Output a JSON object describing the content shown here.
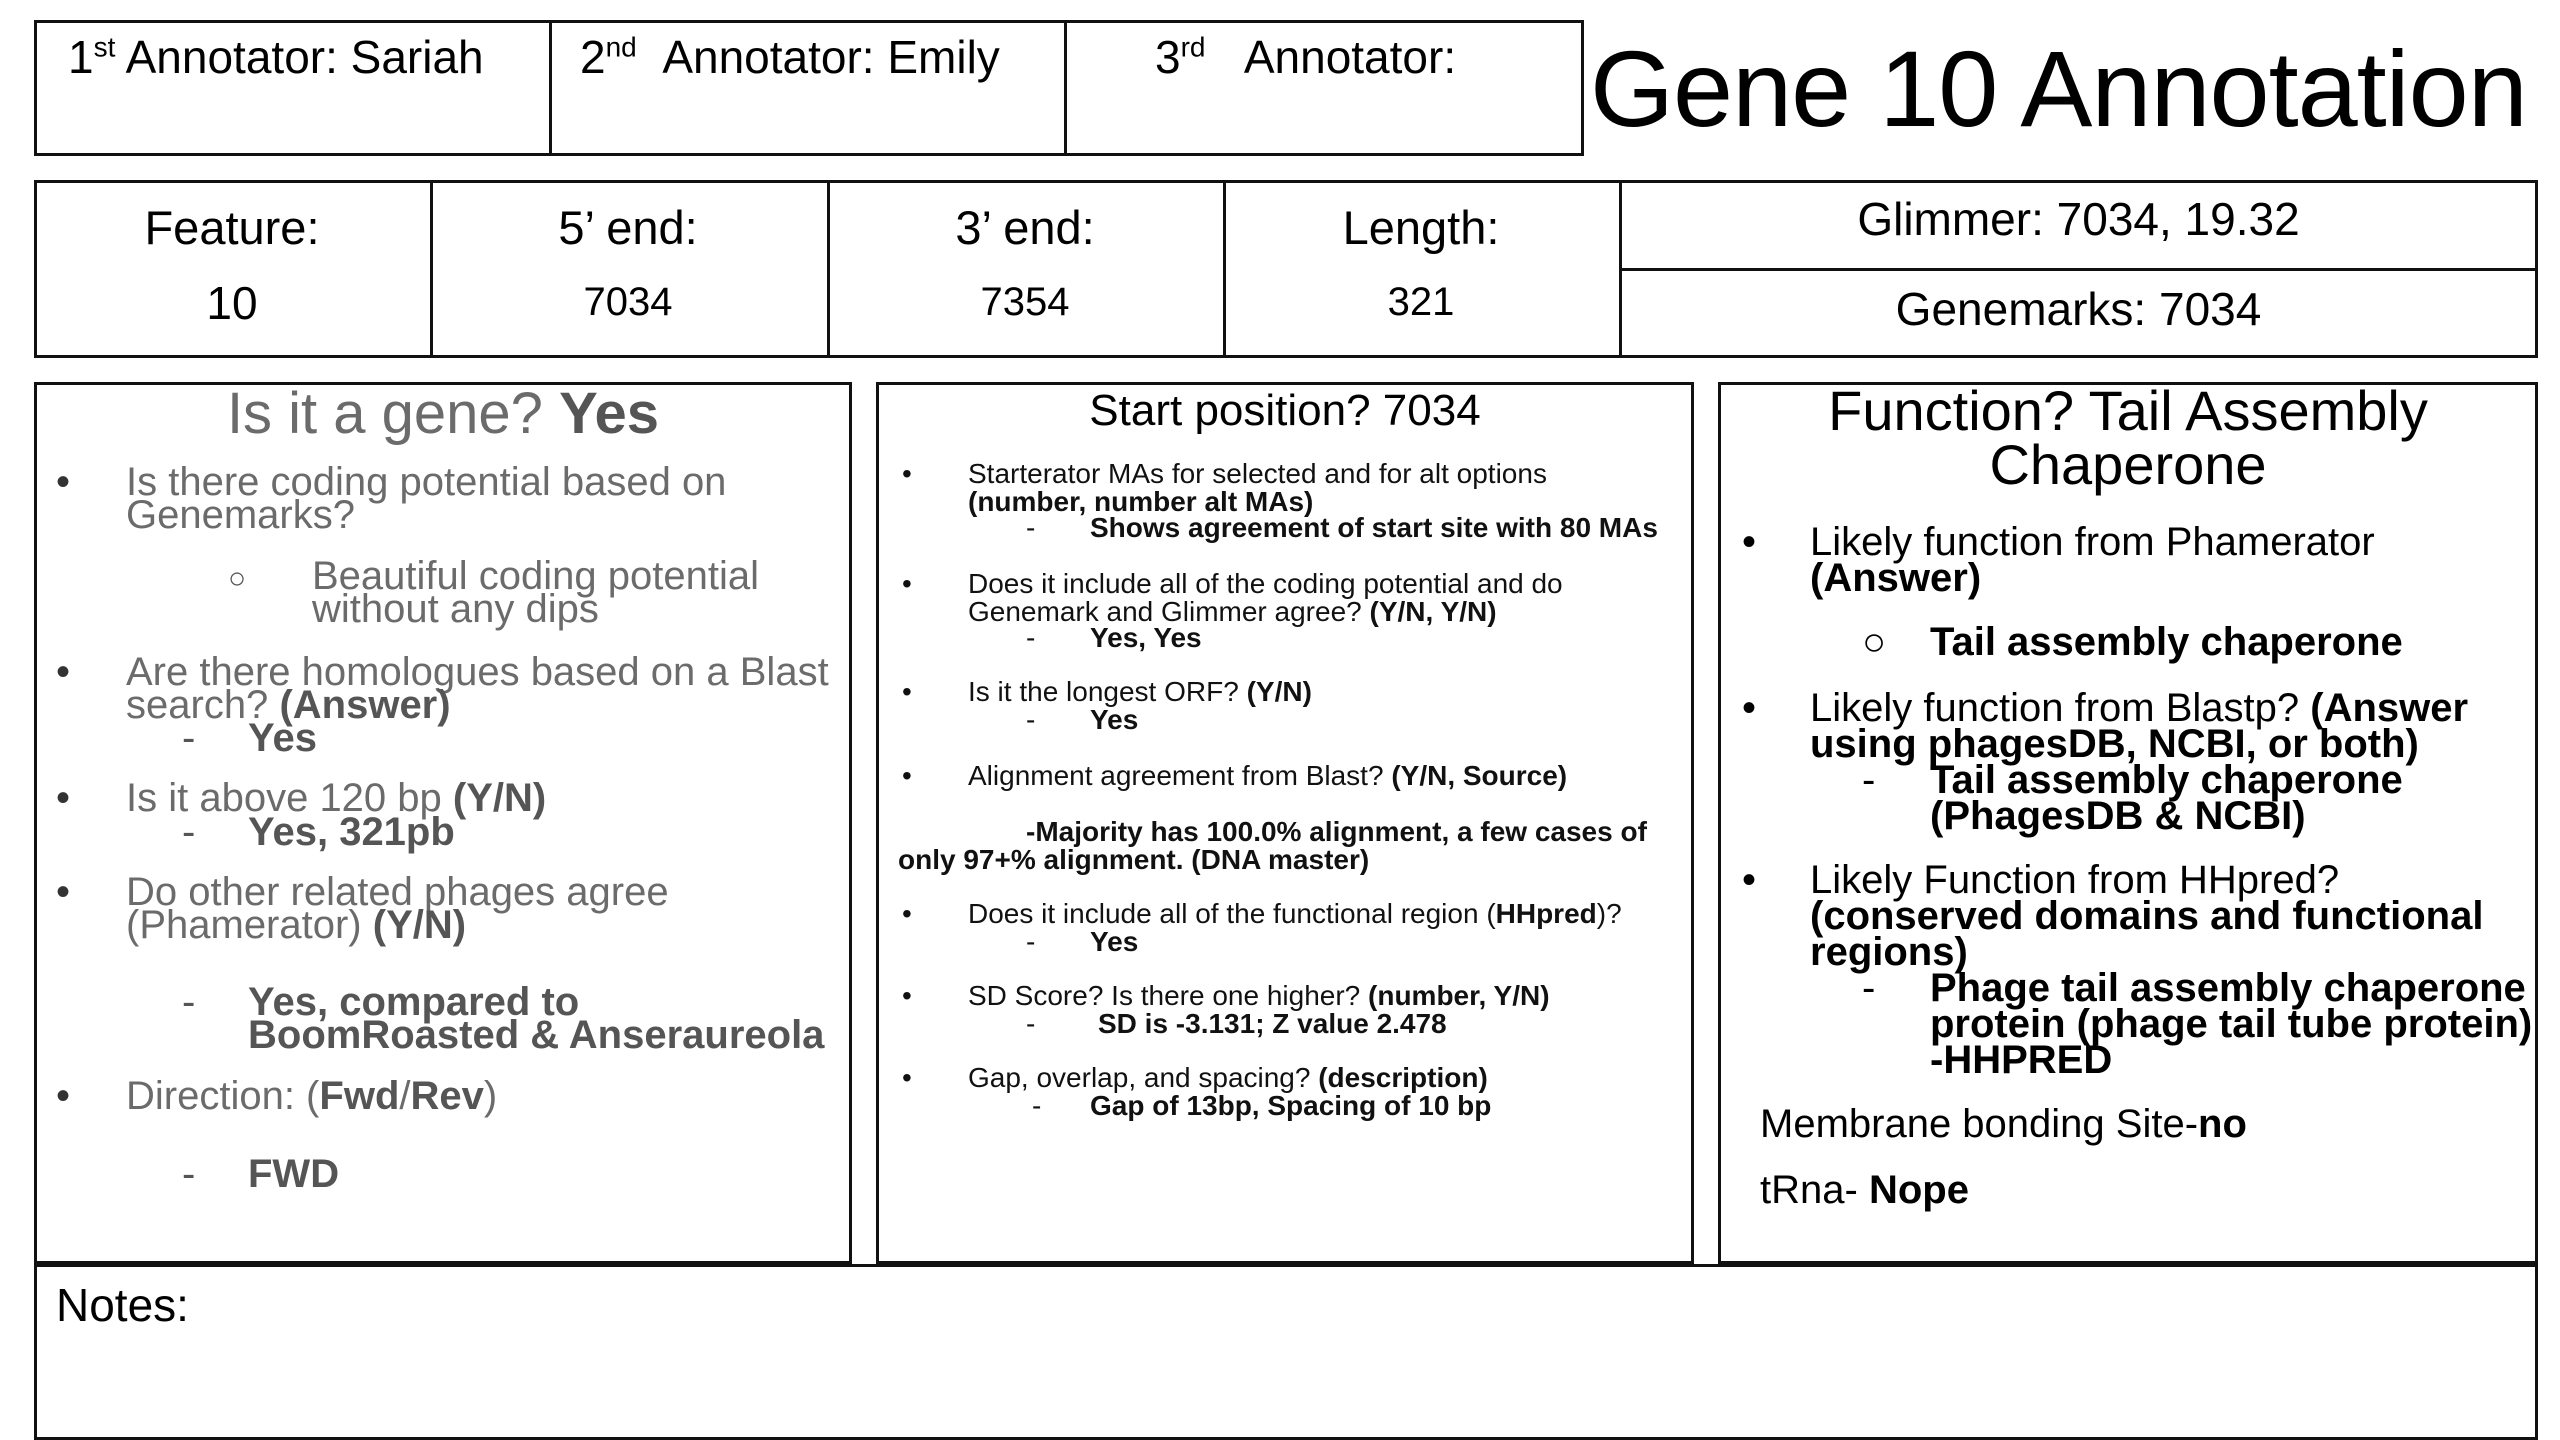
{
  "annotators": {
    "first": {
      "ordinal": "1",
      "suffix": "st",
      "label": "Annotator:",
      "name": "Sariah"
    },
    "second": {
      "ordinal": "2",
      "suffix": "nd",
      "label": "Annotator:",
      "name": "Emily"
    },
    "third": {
      "ordinal": "3",
      "suffix": "rd",
      "label": "Annotator:",
      "name": ""
    }
  },
  "title": "Gene 10 Annotation",
  "feature_row": {
    "feature_label": "Feature:",
    "feature_value": "10",
    "five_label": "5’ end:",
    "five_value": "7034",
    "three_label": "3’ end:",
    "three_value": "7354",
    "length_label": "Length:",
    "length_value": "321",
    "glimmer": "Glimmer: 7034, 19.32",
    "genemarks": "Genemarks: 7034"
  },
  "panel_gene": {
    "title_prefix": "Is it a gene?",
    "title_answer": "Yes",
    "q1_line1": "Is there coding potential based on",
    "q1_line2": "Genemarks?",
    "q1_sub1": "Beautiful coding potential",
    "q1_sub2": "without any dips",
    "q2_line1": "Are there homologues based on a Blast",
    "q2_line2a": "search?",
    "q2_line2b": "(Answer)",
    "q2_answer": "Yes",
    "q3_a": "Is it above 120 bp",
    "q3_b": "(Y/N)",
    "q3_answer": "Yes, 321pb",
    "q4_line1": "Do other related phages agree",
    "q4_line2a": "(Phamerator)",
    "q4_line2b": "(Y/N)",
    "q4_answer1": "Yes, compared to",
    "q4_answer2": "BoomRoasted & Anseraureola",
    "q5_a": "Direction: (",
    "q5_b": "Fwd",
    "q5_c": "/",
    "q5_d": "Rev",
    "q5_e": ")",
    "q5_answer": "FWD",
    "bullet": "•",
    "dash": "-",
    "circle": "○"
  },
  "panel_start": {
    "title": "Start position? 7034",
    "q1_line1": "Starterator MAs for selected and for alt options",
    "q1_line2": "(number, number alt MAs)",
    "q1_answer": "Shows agreement of start site with 80 MAs",
    "q2_line1": "Does it include all of the coding potential and do",
    "q2_line2a": "Genemark and Glimmer agree?",
    "q2_line2b": "(Y/N, Y/N)",
    "q2_answer": "Yes, Yes",
    "q3_a": "Is it the longest ORF?",
    "q3_b": "(Y/N)",
    "q3_answer": "Yes",
    "q4_a": "Alignment agreement from Blast?",
    "q4_b": "(Y/N, Source)",
    "q4_answer1": "-Majority has 100.0% alignment, a few cases of",
    "q4_answer2": "only 97+% alignment. (DNA master)",
    "q5_a": "Does it include all of the functional region (",
    "q5_b": "HHpred",
    "q5_c": ")?",
    "q5_answer": "Yes",
    "q6_a": "SD Score? Is there one higher?",
    "q6_b": "(number, Y/N)",
    "q6_answer": "SD is -3.131;  Z value 2.478",
    "q7_a": "Gap, overlap, and spacing?",
    "q7_b": "(description)",
    "q7_answer": "Gap of 13bp, Spacing of 10 bp"
  },
  "panel_function": {
    "title_line1": "Function? Tail Assembly",
    "title_line2": "Chaperone",
    "q1_line1": "Likely function from Phamerator",
    "q1_line2": "(Answer)",
    "q1_answer": "Tail assembly chaperone",
    "q2_line1a": "Likely function from Blastp?",
    "q2_line1b": "(Answer",
    "q2_line2": "using phagesDB, NCBI, or both)",
    "q2_answer1": "Tail assembly chaperone",
    "q2_answer2": "(PhagesDB & NCBI)",
    "q3_line1": "Likely Function from HHpred?",
    "q3_line2": "(conserved domains and functional",
    "q3_line3": "regions)",
    "q3_answer1": "Phage tail assembly chaperone",
    "q3_answer2": "protein (phage tail tube protein)",
    "q3_answer3": "-HHPRED",
    "membrane_label": "Membrane bonding Site-",
    "membrane_value": "no",
    "trna_label": "tRna-",
    "trna_value": "Nope"
  },
  "notes_label": "Notes:"
}
